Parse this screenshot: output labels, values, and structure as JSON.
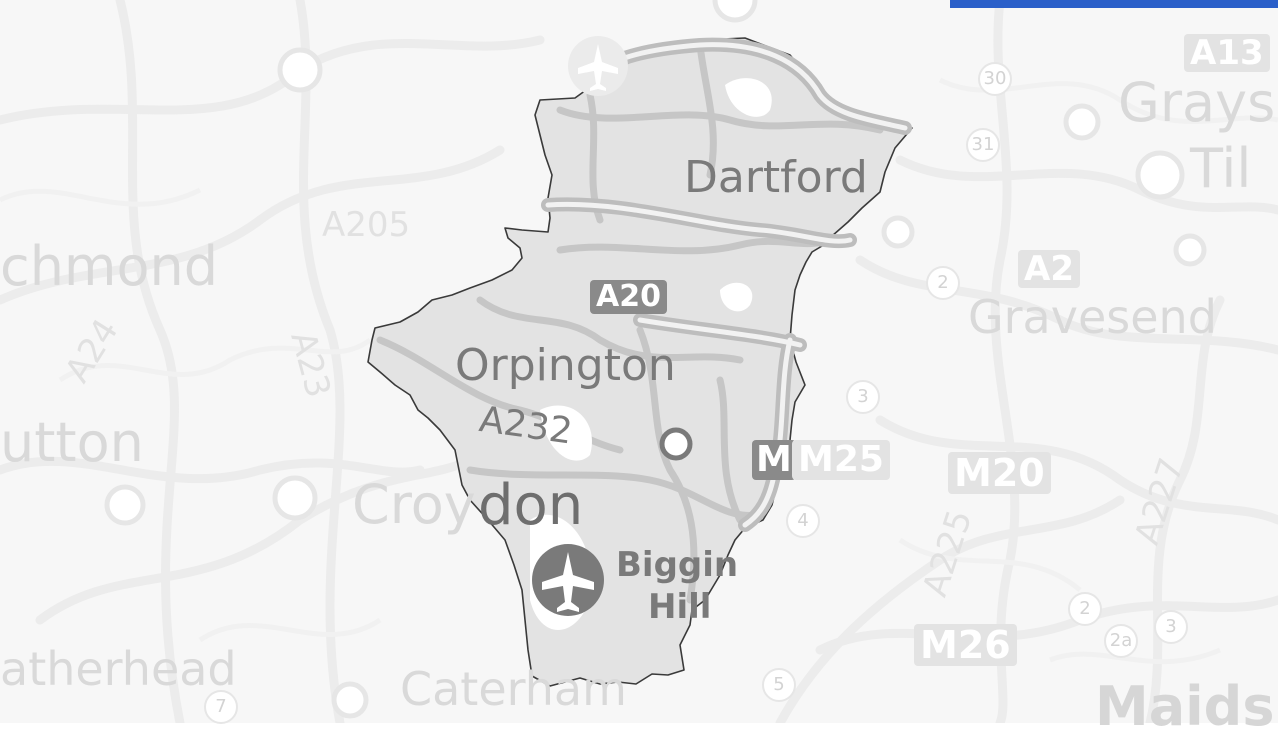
{
  "map": {
    "highlighted_area_towns": {
      "dartford": "Dartford",
      "orpington": "Orpington",
      "biggin_hill_line1": "Biggin",
      "biggin_hill_line2": "Hill",
      "croydon_tail": "don"
    },
    "surrounding_towns": {
      "grays": "Grays",
      "tilbury": "Til",
      "richmond": "chmond",
      "gravesend": "Gravesend",
      "sutton": "utton",
      "croydon": "Croy",
      "leatherhead": "atherhead",
      "caterham": "Caterham",
      "maidstone": "Maids"
    },
    "road_labels": {
      "a205": "A205",
      "a24": "A24",
      "a23": "A23",
      "a232": "A232",
      "a225": "A225",
      "a227": "A227"
    },
    "road_shields": {
      "a20": "A20",
      "m25": "M25",
      "m25_m": "M",
      "a2": "A2",
      "a13": "A13",
      "m20": "M20",
      "m26": "M26"
    },
    "junctions": [
      "30",
      "31",
      "2",
      "3",
      "4",
      "5",
      "2",
      "2a",
      "3",
      "7"
    ],
    "colors": {
      "highlight_fill": "#e3e3e3",
      "highlight_border": "#3a3a3a",
      "background": "#f7f7f7",
      "accent_bar": "#2a5fc9"
    }
  }
}
